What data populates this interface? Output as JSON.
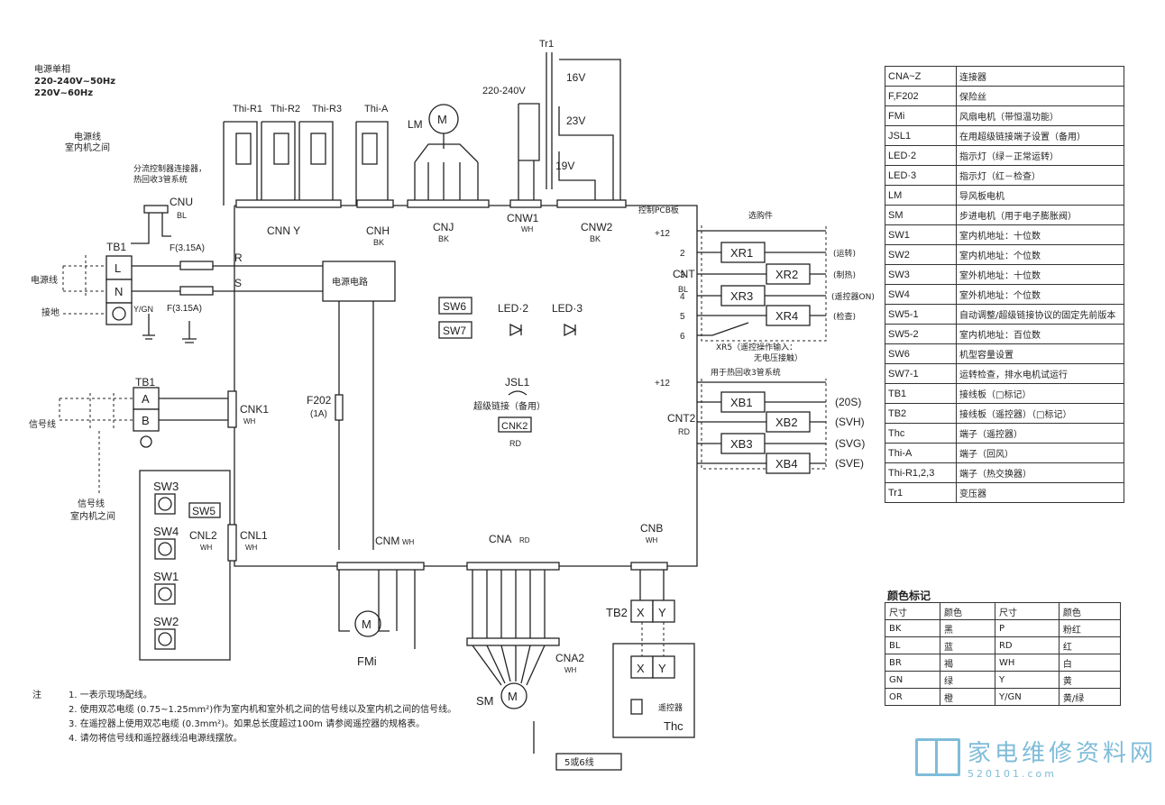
{
  "power": {
    "title": "电源单相",
    "spec1": "220-240V~50Hz",
    "spec2": "220V~60Hz"
  },
  "labels": {
    "power_line_between": "电源线",
    "power_line_between2": "室内机之间",
    "splitter_note1": "分流控制器连接器，",
    "splitter_note2": "热回收3管系统",
    "cnu": "CNU",
    "cnu_color": "BL",
    "tb1": "TB1",
    "power_line": "电源线",
    "ground": "接地",
    "fuse1": "F(3.15A)",
    "fuse2": "F(3.15A)",
    "term_L": "L",
    "term_N": "N",
    "term_ygn": "Y/GN",
    "R": "R",
    "S": "S",
    "power_circuit": "电源电路",
    "thi_r1": "Thi-R1",
    "thi_r2": "Thi-R2",
    "thi_r3": "Thi-R3",
    "thi_a": "Thi-A",
    "lm": "LM",
    "tr1": "Tr1",
    "volt_in": "220-240V",
    "v16": "16V",
    "v23": "23V",
    "v19": "19V",
    "cnn": "CNN Y",
    "cnh": "CNH",
    "cnh_color": "BK",
    "cnj": "CNJ",
    "cnj_color": "BK",
    "cnw1": "CNW1",
    "cnw1_color": "WH",
    "cnw2": "CNW2",
    "cnw2_color": "BK",
    "pcb": "控制PCB板",
    "optional": "选购件",
    "sw6": "SW6",
    "sw7": "SW7",
    "led2": "LED·2",
    "led3": "LED·3",
    "cnt": "CNT",
    "cnt_color": "BL",
    "xr1": "XR1",
    "xr2": "XR2",
    "xr3": "XR3",
    "xr4": "XR4",
    "run": "(运转)",
    "heat": "(制热)",
    "remote_on": "(遥控器ON)",
    "check": "(检查)",
    "xr5": "XR5（遥控操作输入：",
    "xr5b": "无电压接触）",
    "heat_recovery": "用于热回收3管系统",
    "cnt2": "CNT2",
    "cnt2_color": "RD",
    "xb1": "XB1",
    "xb2": "XB2",
    "xb3": "XB3",
    "xb4": "XB4",
    "s20s": "(20S)",
    "svh": "(SVH)",
    "svg": "(SVG)",
    "sve": "(SVE)",
    "jsl1": "JSL1",
    "super_link": "超级链接（备用）",
    "cnk2": "CNK2",
    "cnk2_color": "RD",
    "tb1b": "TB1",
    "term_A": "A",
    "term_B": "B",
    "signal_line": "信号线",
    "cnk1": "CNK1",
    "cnk1_color": "WH",
    "f202": "F202",
    "f202_rating": "(1A)",
    "signal_between1": "信号线",
    "signal_between2": "室内机之间",
    "sw3": "SW3",
    "sw4": "SW4",
    "sw5": "SW5",
    "sw1": "SW1",
    "sw2": "SW2",
    "cnl2": "CNL2",
    "cnl2_color": "WH",
    "cnl1": "CNL1",
    "cnl1_color": "WH",
    "cnm": "CNM",
    "cnm_color": "WH",
    "fm1": "FMi",
    "cna": "CNA",
    "cna_color": "RD",
    "cna2": "CNA2",
    "cna2_color": "WH",
    "sm": "SM",
    "wire5or6": "5或6线",
    "cnb": "CNB",
    "cnb_color": "WH",
    "tb2": "TB2",
    "term_X": "X",
    "term_Y": "Y",
    "remote": "遥控器",
    "thc": "Thc",
    "plus12": "+12"
  },
  "legend": [
    {
      "code": "CNA~Z",
      "desc": "连接器"
    },
    {
      "code": "F,F202",
      "desc": "保险丝"
    },
    {
      "code": "FMi",
      "desc": "风扇电机（带恒温功能）"
    },
    {
      "code": "JSL1",
      "desc": "在用超级链接端子设置（备用）"
    },
    {
      "code": "LED·2",
      "desc": "指示灯（绿－正常运转）"
    },
    {
      "code": "LED·3",
      "desc": "指示灯（红－检查）"
    },
    {
      "code": "LM",
      "desc": "导风板电机"
    },
    {
      "code": "SM",
      "desc": "步进电机（用于电子膨胀阀）"
    },
    {
      "code": "SW1",
      "desc": "室内机地址：十位数"
    },
    {
      "code": "SW2",
      "desc": "室内机地址：个位数"
    },
    {
      "code": "SW3",
      "desc": "室外机地址：十位数"
    },
    {
      "code": "SW4",
      "desc": "室外机地址：个位数"
    },
    {
      "code": "SW5-1",
      "desc": "自动调整/超级链接协议的固定先前版本"
    },
    {
      "code": "SW5-2",
      "desc": "室内机地址：百位数"
    },
    {
      "code": "SW6",
      "desc": "机型容量设置"
    },
    {
      "code": "SW7-1",
      "desc": "运转检查，排水电机试运行"
    },
    {
      "code": "TB1",
      "desc": "接线板（□标记）"
    },
    {
      "code": "TB2",
      "desc": "接线板（遥控器）（□标记）"
    },
    {
      "code": "Thc",
      "desc": "端子（遥控器）"
    },
    {
      "code": "Thi-A",
      "desc": "端子（回风）"
    },
    {
      "code": "Thi-R1,2,3",
      "desc": "端子（热交换器）"
    },
    {
      "code": "Tr1",
      "desc": "变压器"
    }
  ],
  "colors": {
    "title": "颜色标记",
    "h_size": "尺寸",
    "h_color": "颜色",
    "rows": [
      {
        "a": "BK",
        "b": "黑",
        "c": "P",
        "d": "粉红"
      },
      {
        "a": "BL",
        "b": "蓝",
        "c": "RD",
        "d": "红"
      },
      {
        "a": "BR",
        "b": "褐",
        "c": "WH",
        "d": "白"
      },
      {
        "a": "GN",
        "b": "绿",
        "c": "Y",
        "d": "黄"
      },
      {
        "a": "OR",
        "b": "橙",
        "c": "Y/GN",
        "d": "黄/绿"
      }
    ]
  },
  "notes": {
    "label": "注",
    "items": [
      "1. 一表示现场配线。",
      "2. 使用双芯电缆 (0.75~1.25mm²)作为室内机和室外机之间的信号线以及室内机之间的信号线。",
      "3. 在遥控器上使用双芯电缆 (0.3mm²)。如果总长度超过100m 请参阅遥控器的规格表。",
      "4. 请勿将信号线和遥控器线沿电源线摆放。"
    ]
  },
  "watermark": {
    "title": "家电维修资料网",
    "url": "520101.com"
  }
}
